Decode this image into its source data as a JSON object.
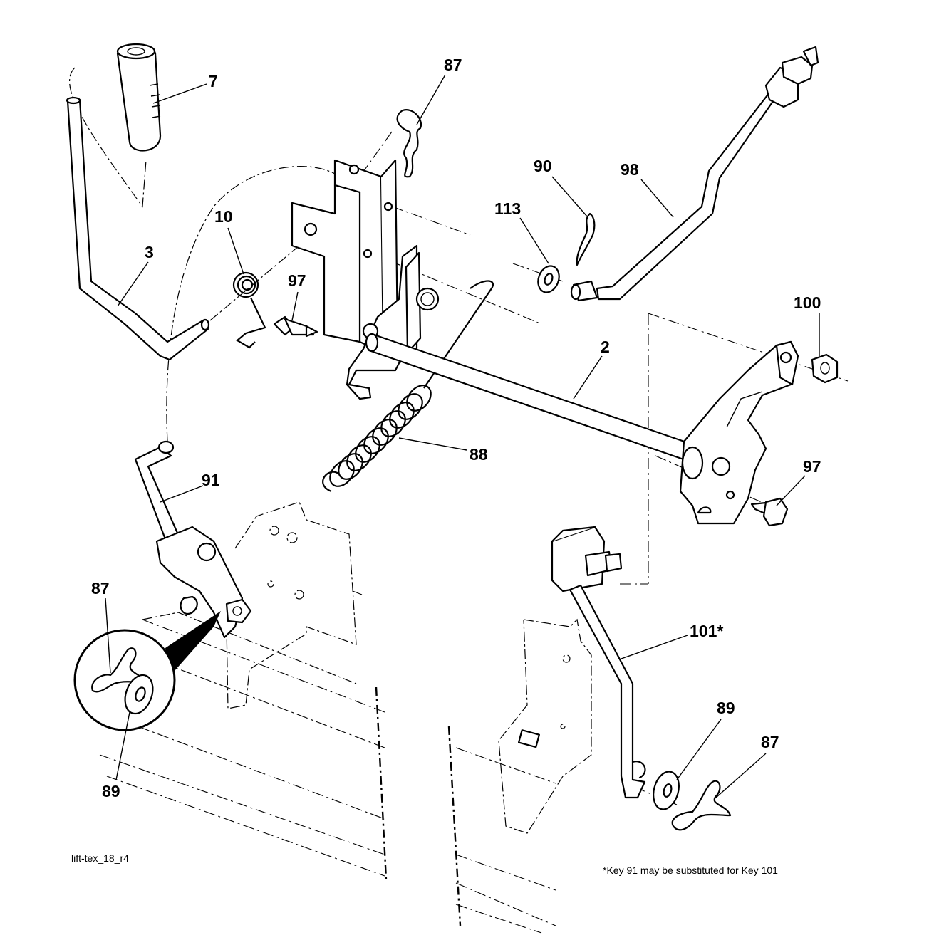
{
  "figure_id": "lift-tex_18_r4",
  "footnote": "*Key 91 may be substituted for Key 101",
  "callouts": [
    {
      "id": "c-7",
      "label": "7",
      "part": "handle-grip"
    },
    {
      "id": "c-87a",
      "label": "87",
      "part": "hairpin-clip"
    },
    {
      "id": "c-10",
      "label": "10",
      "part": "torsion-spring"
    },
    {
      "id": "c-3",
      "label": "3",
      "part": "lift-lever"
    },
    {
      "id": "c-97a",
      "label": "97",
      "part": "bolt"
    },
    {
      "id": "c-90",
      "label": "90",
      "part": "hairpin-clip"
    },
    {
      "id": "c-113",
      "label": "113",
      "part": "washer"
    },
    {
      "id": "c-98",
      "label": "98",
      "part": "lift-link"
    },
    {
      "id": "c-100",
      "label": "100",
      "part": "nut"
    },
    {
      "id": "c-2",
      "label": "2",
      "part": "lift-shaft"
    },
    {
      "id": "c-88",
      "label": "88",
      "part": "extension-spring"
    },
    {
      "id": "c-91",
      "label": "91",
      "part": "lift-link"
    },
    {
      "id": "c-97b",
      "label": "97",
      "part": "bolt"
    },
    {
      "id": "c-87b",
      "label": "87",
      "part": "hairpin-clip"
    },
    {
      "id": "c-89a",
      "label": "89",
      "part": "washer"
    },
    {
      "id": "c-101",
      "label": "101*",
      "part": "lift-link"
    },
    {
      "id": "c-89b",
      "label": "89",
      "part": "washer"
    },
    {
      "id": "c-87c",
      "label": "87",
      "part": "hairpin-clip"
    }
  ]
}
